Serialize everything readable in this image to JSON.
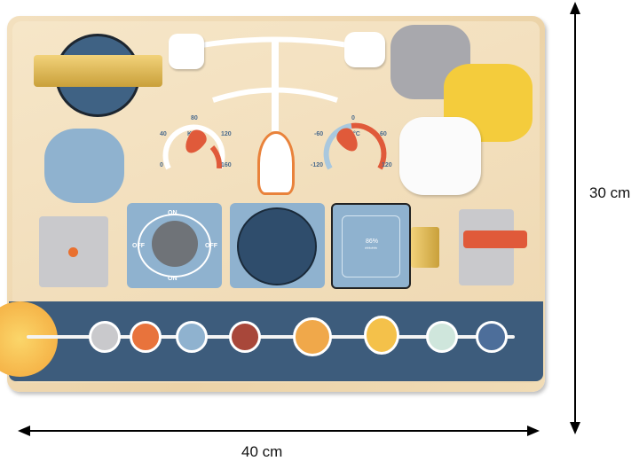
{
  "speed_gauge": {
    "unit": "KM",
    "ticks": [
      "0",
      "40",
      "80",
      "120",
      "160"
    ]
  },
  "temp_gauge": {
    "unit": "°C",
    "ticks": [
      "-120",
      "-60",
      "0",
      "60",
      "120"
    ]
  },
  "switch_dial": {
    "labels": [
      "ON",
      "OFF",
      "OFF",
      "ON"
    ]
  },
  "screen": {
    "value": "86%",
    "stars": "******"
  },
  "dimensions": {
    "height": "30 cm",
    "width": "40 cm"
  },
  "colors": {
    "wood": "#efd9b5",
    "blue_strip": "#3d5c7c",
    "panel_blue": "#8fb2cf",
    "accent_orange": "#e05a3a",
    "gear_yellow": "#f4cc3c"
  }
}
